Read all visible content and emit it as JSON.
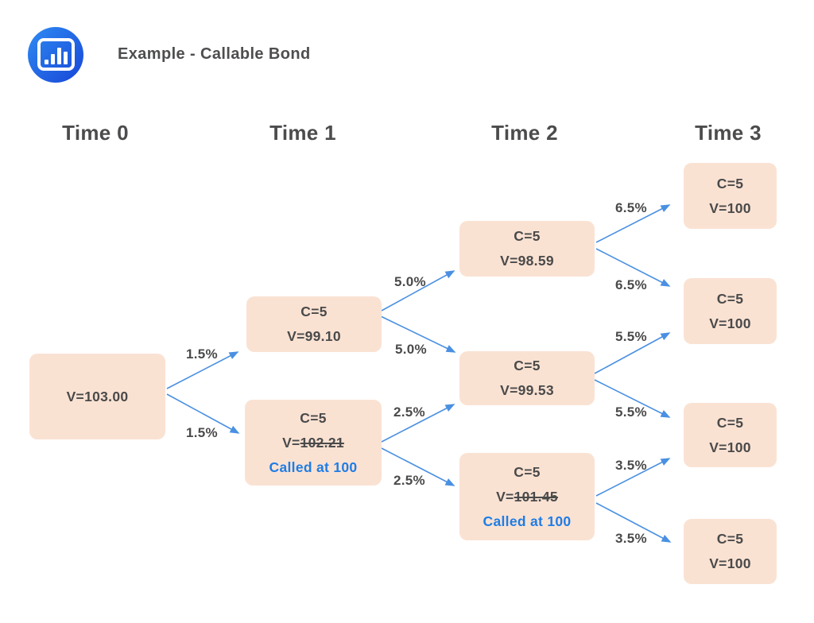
{
  "title": "Example - Callable Bond",
  "logo": {
    "icon": "bar-chart-icon"
  },
  "columns": [
    "Time 0",
    "Time 1",
    "Time 2",
    "Time 3"
  ],
  "nodes": {
    "t0": {
      "value": "V=103.00"
    },
    "t1u": {
      "coupon": "C=5",
      "value": "V=99.10"
    },
    "t1d": {
      "coupon": "C=5",
      "value_prefix": "V=",
      "value_struck": "102.21",
      "called": "Called at 100"
    },
    "t2u": {
      "coupon": "C=5",
      "value": "V=98.59"
    },
    "t2m": {
      "coupon": "C=5",
      "value": "V=99.53"
    },
    "t2d": {
      "coupon": "C=5",
      "value_prefix": "V=",
      "value_struck": "101.45",
      "called": "Called at 100"
    },
    "t3a": {
      "coupon": "C=5",
      "value": "V=100"
    },
    "t3b": {
      "coupon": "C=5",
      "value": "V=100"
    },
    "t3c": {
      "coupon": "C=5",
      "value": "V=100"
    },
    "t3d": {
      "coupon": "C=5",
      "value": "V=100"
    }
  },
  "edges": [
    {
      "from": "t0",
      "to": "t1u",
      "label": "1.5%"
    },
    {
      "from": "t0",
      "to": "t1d",
      "label": "1.5%"
    },
    {
      "from": "t1u",
      "to": "t2u",
      "label": "5.0%"
    },
    {
      "from": "t1u",
      "to": "t2m",
      "label": "5.0%"
    },
    {
      "from": "t1d",
      "to": "t2m",
      "label": "2.5%"
    },
    {
      "from": "t1d",
      "to": "t2d",
      "label": "2.5%"
    },
    {
      "from": "t2u",
      "to": "t3a",
      "label": "6.5%"
    },
    {
      "from": "t2u",
      "to": "t3b",
      "label": "6.5%"
    },
    {
      "from": "t2m",
      "to": "t3b",
      "label": "5.5%"
    },
    {
      "from": "t2m",
      "to": "t3c",
      "label": "5.5%"
    },
    {
      "from": "t2d",
      "to": "t3c",
      "label": "3.5%"
    },
    {
      "from": "t2d",
      "to": "t3d",
      "label": "3.5%"
    }
  ],
  "colors": {
    "node_fill": "#FAE2D3",
    "arrow_blue": "#4A90E2",
    "called_text_blue": "#1E7DE5",
    "text_gray": "#4A4A4A",
    "logo_gradient_start": "#2F8BF2",
    "logo_gradient_end": "#1746D8"
  }
}
